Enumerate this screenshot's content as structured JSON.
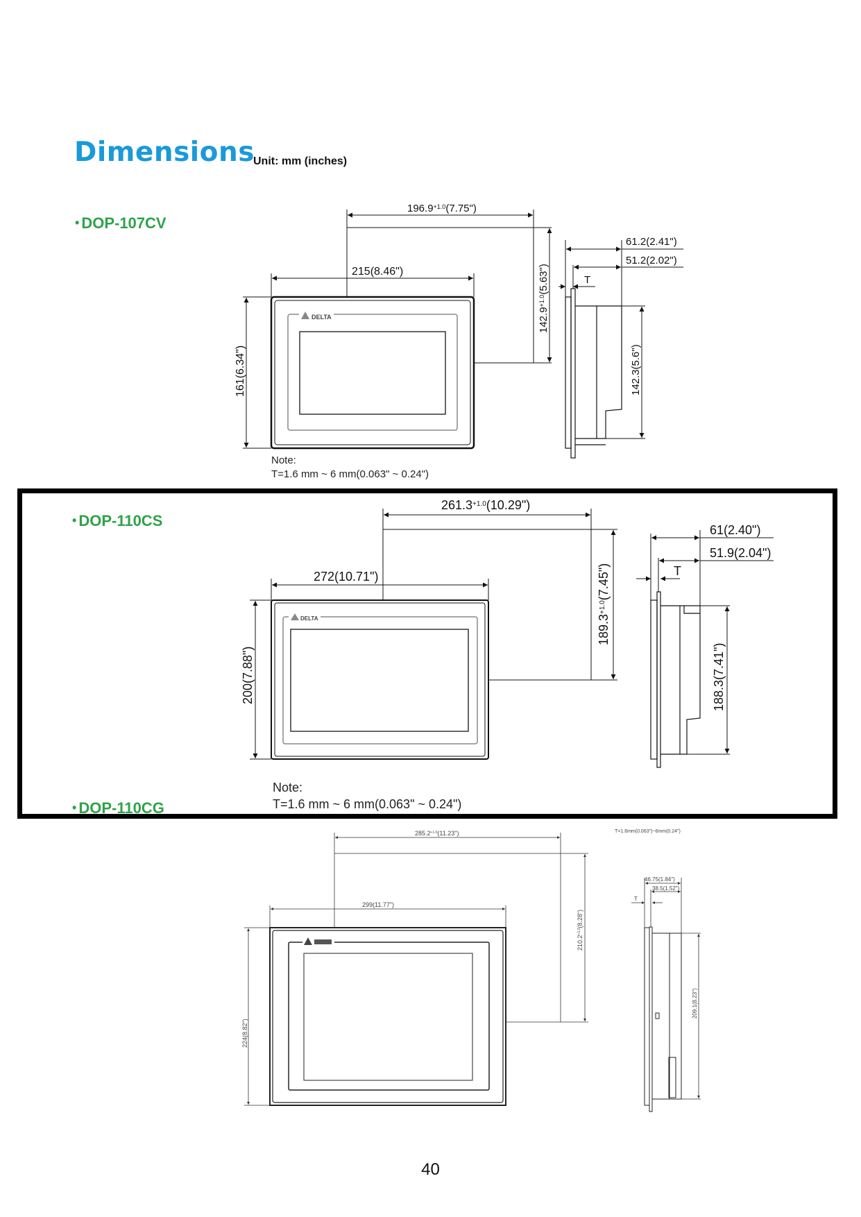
{
  "page": {
    "title": "Dimensions",
    "unit_label": "Unit: mm (inches)",
    "page_number": "40",
    "colors": {
      "title": "#1a9ad8",
      "model_heading": "#2fa24a",
      "highlight_border": "#000000"
    }
  },
  "models": [
    {
      "name": "DOP-107CV",
      "front": {
        "width": "215(8.46\")",
        "height": "161(6.34\")",
        "cutout_width": "196.9",
        "cutout_width_tol": "+1.0/0",
        "cutout_width_in": "(7.75\")",
        "cutout_height": "142.9",
        "cutout_height_tol": "+1.0/0",
        "cutout_height_in": "(5.63\")",
        "logo": "DELTA"
      },
      "side": {
        "total_depth": "61.2(2.41\")",
        "rear_depth": "51.2(2.02\")",
        "rear_height": "142.3(5.6\")",
        "thickness_label": "T"
      },
      "note_label": "Note:",
      "note_text": "T=1.6 mm ~ 6 mm(0.063\" ~ 0.24\")"
    },
    {
      "name": "DOP-110CS",
      "highlighted": true,
      "front": {
        "width": "272(10.71\")",
        "height": "200(7.88\")",
        "cutout_width": "261.3",
        "cutout_width_tol": "+1.0/0",
        "cutout_width_in": "(10.29\")",
        "cutout_height": "189.3",
        "cutout_height_tol": "+1.0/0",
        "cutout_height_in": "(7.45\")",
        "logo": "DELTA"
      },
      "side": {
        "total_depth": "61(2.40\")",
        "rear_depth": "51.9(2.04\")",
        "rear_height": "188.3(7.41\")",
        "thickness_label": "T"
      },
      "note_label": "Note:",
      "note_text": "T=1.6 mm ~ 6 mm(0.063\" ~ 0.24\")"
    },
    {
      "name": "DOP-110CG",
      "front": {
        "width": "299(11.77\")",
        "height": "224(8.82\")",
        "cutout_width": "285.2",
        "cutout_width_tol": "+1.0/0",
        "cutout_width_in": "(11.23\")",
        "cutout_height": "210.2",
        "cutout_height_tol": "+1.0/0",
        "cutout_height_in": "(8.28\")",
        "logo": "DELTA"
      },
      "side": {
        "total_depth": "46.75(1.84\")",
        "rear_depth": "38.5(1.52\")",
        "rear_height": "209.1(8.23\")",
        "thickness_label": "T"
      },
      "note_text": "T=1.6mm(0.063\")~6mm(0.24\")"
    }
  ]
}
